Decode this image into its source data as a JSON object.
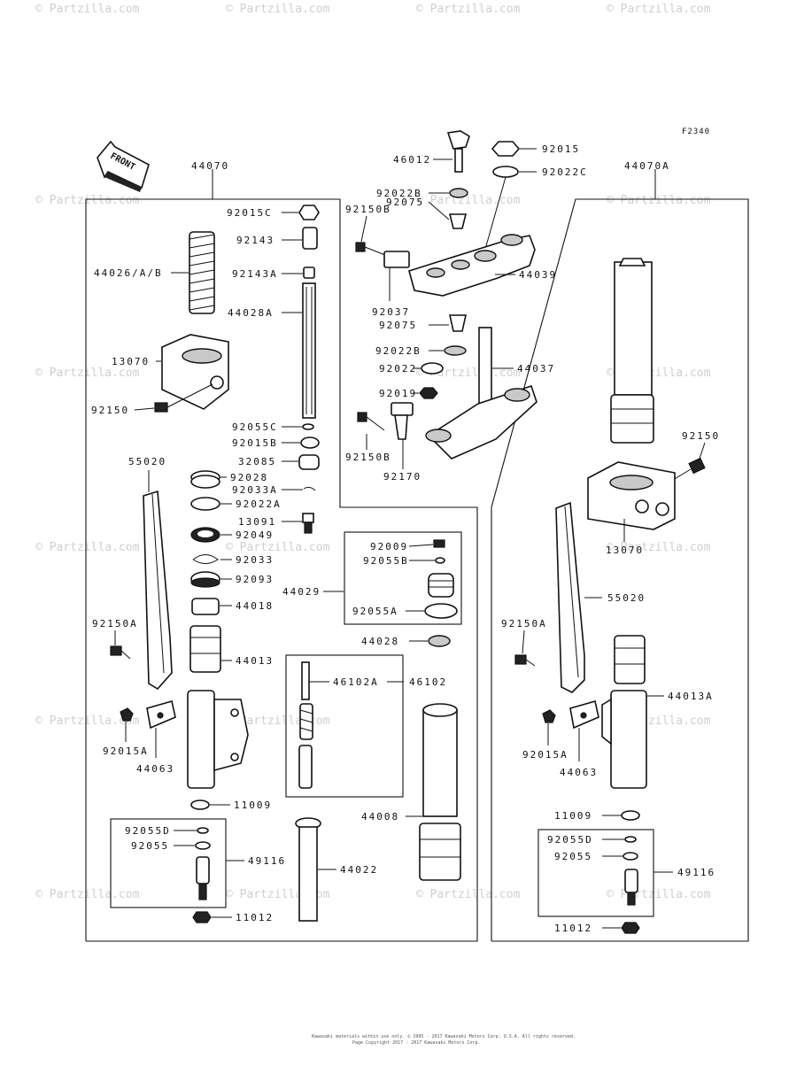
{
  "diagram": {
    "code": "F2340",
    "front_label": "FRONT",
    "watermark": "© Partzilla.com",
    "footer_lines": [
      "Kawasaki materials within use only. © 1995 - 2017 Kawasaki Motors Corp. U.S.A. All rights reserved.",
      "Page Copyright 2017 - 2017 Kawasaki Motors Corp."
    ],
    "labels": {
      "l44070": "44070",
      "l44070A": "44070A",
      "l46012": "46012",
      "l92015": "92015",
      "l92022C": "92022C",
      "l92022B_top": "92022B",
      "l92150B_top": "92150B",
      "l92075_top": "92075",
      "l44039": "44039",
      "l92037": "92037",
      "l92075_mid": "92075",
      "l92022B_mid": "92022B",
      "l92022": "92022",
      "l44037": "44037",
      "l92019": "92019",
      "l92150B_bot": "92150B",
      "l92170": "92170",
      "l92015C": "92015C",
      "l92143": "92143",
      "l44026": "44026/A/B",
      "l92143A": "92143A",
      "l44028A": "44028A",
      "l13070_left": "13070",
      "l92150_left": "92150",
      "l92055C": "92055C",
      "l92015B": "92015B",
      "l32085": "32085",
      "l55020_left": "55020",
      "l92028": "92028",
      "l92033A": "92033A",
      "l92022A": "92022A",
      "l13091": "13091",
      "l92049": "92049",
      "l92033": "92033",
      "l92093": "92093",
      "l44018": "44018",
      "l92150A_left": "92150A",
      "l44013": "44013",
      "l92015A_left": "92015A",
      "l44063_left": "44063",
      "l11009_left": "11009",
      "l92055D_left": "92055D",
      "l92055_left": "92055",
      "l49116_left": "49116",
      "l11012_left": "11012",
      "l92009": "92009",
      "l92055B": "92055B",
      "l44029": "44029",
      "l92055A": "92055A",
      "l44028": "44028",
      "l46102A": "46102A",
      "l46102": "46102",
      "l44008": "44008",
      "l44022": "44022",
      "l92150_right": "92150",
      "l13070_right": "13070",
      "l55020_right": "55020",
      "l92150A_right": "92150A",
      "l44013A": "44013A",
      "l92015A_right": "92015A",
      "l44063_right": "44063",
      "l11009_right": "11009",
      "l92055D_right": "92055D",
      "l92055_right": "92055",
      "l49116_right": "49116",
      "l11012_right": "11012"
    }
  }
}
